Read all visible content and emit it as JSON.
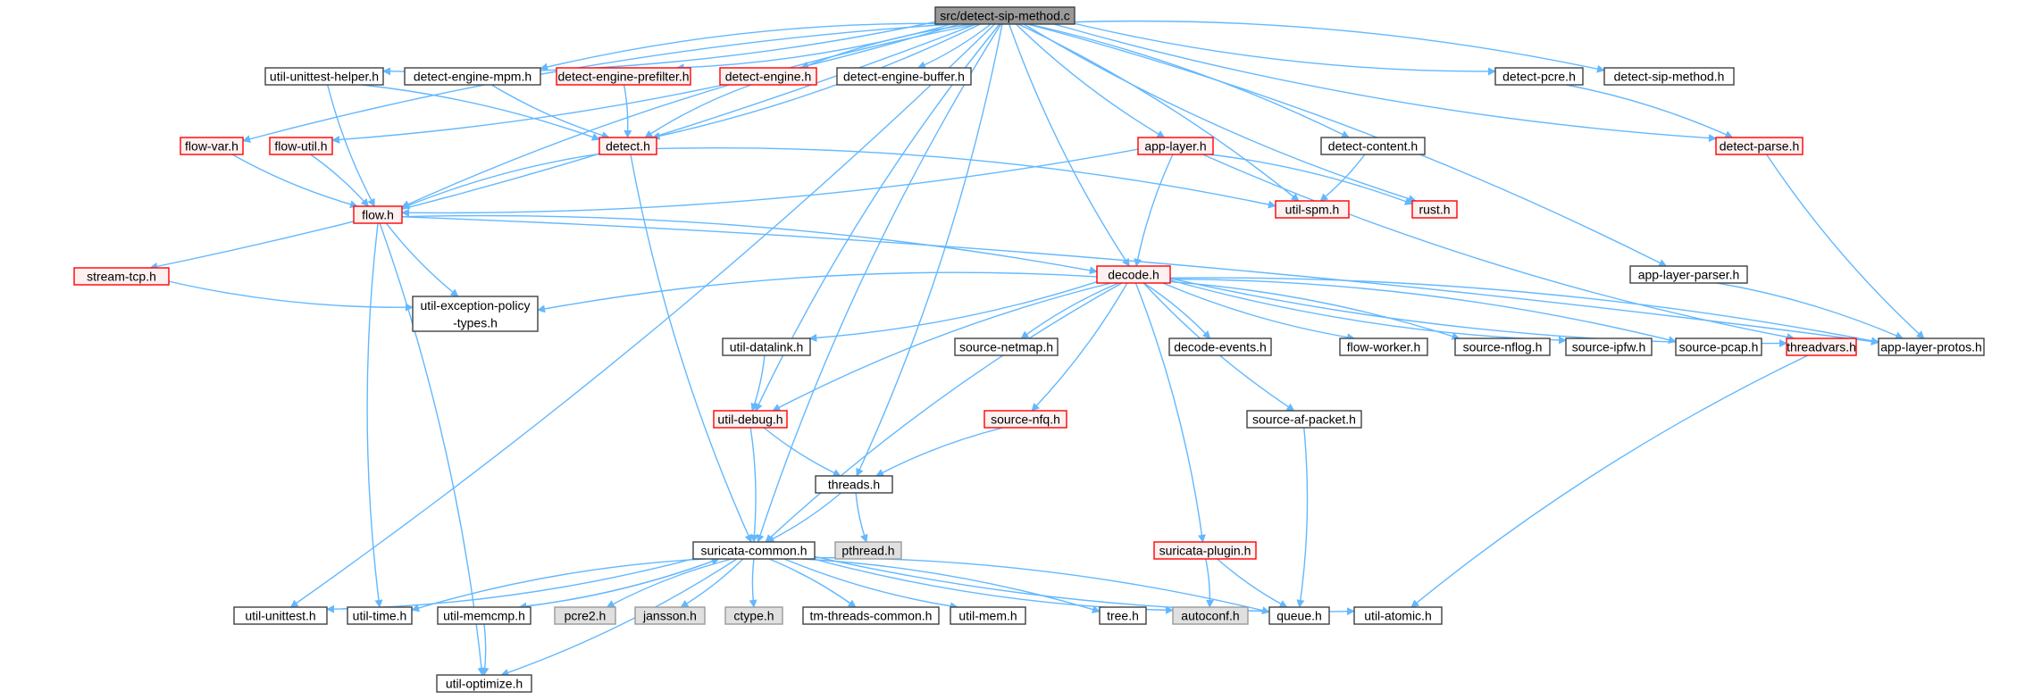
{
  "colors": {
    "edge": "#63b8ff",
    "border_default": "#404040",
    "border_incomplete": "#ff0000",
    "fill_default": "#ffffff",
    "fill_root": "#999999",
    "fill_external": "#e0e0e0",
    "fill_incomplete": "#fff0f0"
  },
  "nodes": [
    {
      "id": "root",
      "label": "src/detect-sip-method.c",
      "kind": "root"
    },
    {
      "id": "uuh",
      "label": "util-unittest-helper.h",
      "kind": "normal"
    },
    {
      "id": "dempm",
      "label": "detect-engine-mpm.h",
      "kind": "normal"
    },
    {
      "id": "depre",
      "label": "detect-engine-prefilter.h",
      "kind": "incomplete"
    },
    {
      "id": "deng",
      "label": "detect-engine.h",
      "kind": "incomplete"
    },
    {
      "id": "debuf",
      "label": "detect-engine-buffer.h",
      "kind": "normal"
    },
    {
      "id": "dpcre",
      "label": "detect-pcre.h",
      "kind": "normal"
    },
    {
      "id": "dsiph",
      "label": "detect-sip-method.h",
      "kind": "normal"
    },
    {
      "id": "flowvar",
      "label": "flow-var.h",
      "kind": "incomplete"
    },
    {
      "id": "flowutil",
      "label": "flow-util.h",
      "kind": "incomplete"
    },
    {
      "id": "detect",
      "label": "detect.h",
      "kind": "incomplete"
    },
    {
      "id": "applayer",
      "label": "app-layer.h",
      "kind": "incomplete"
    },
    {
      "id": "dcontent",
      "label": "detect-content.h",
      "kind": "normal"
    },
    {
      "id": "dparse",
      "label": "detect-parse.h",
      "kind": "incomplete"
    },
    {
      "id": "flow",
      "label": "flow.h",
      "kind": "incomplete"
    },
    {
      "id": "utilspm",
      "label": "util-spm.h",
      "kind": "incomplete"
    },
    {
      "id": "rust",
      "label": "rust.h",
      "kind": "incomplete"
    },
    {
      "id": "streamtcp",
      "label": "stream-tcp.h",
      "kind": "incomplete"
    },
    {
      "id": "decode",
      "label": "decode.h",
      "kind": "incomplete"
    },
    {
      "id": "alparser",
      "label": "app-layer-parser.h",
      "kind": "normal"
    },
    {
      "id": "uexc",
      "label": "util-exception-policy\n-types.h",
      "kind": "normal"
    },
    {
      "id": "udatalink",
      "label": "util-datalink.h",
      "kind": "normal"
    },
    {
      "id": "snetmap",
      "label": "source-netmap.h",
      "kind": "normal"
    },
    {
      "id": "devents",
      "label": "decode-events.h",
      "kind": "normal"
    },
    {
      "id": "fworker",
      "label": "flow-worker.h",
      "kind": "normal"
    },
    {
      "id": "snflog",
      "label": "source-nflog.h",
      "kind": "normal"
    },
    {
      "id": "sipfw",
      "label": "source-ipfw.h",
      "kind": "normal"
    },
    {
      "id": "spcap",
      "label": "source-pcap.h",
      "kind": "normal"
    },
    {
      "id": "threadvars",
      "label": "threadvars.h",
      "kind": "incomplete"
    },
    {
      "id": "alprotos",
      "label": "app-layer-protos.h",
      "kind": "normal"
    },
    {
      "id": "udebug",
      "label": "util-debug.h",
      "kind": "incomplete"
    },
    {
      "id": "snfq",
      "label": "source-nfq.h",
      "kind": "incomplete"
    },
    {
      "id": "safp",
      "label": "source-af-packet.h",
      "kind": "normal"
    },
    {
      "id": "threads",
      "label": "threads.h",
      "kind": "normal"
    },
    {
      "id": "sc",
      "label": "suricata-common.h",
      "kind": "normal"
    },
    {
      "id": "pthread",
      "label": "pthread.h",
      "kind": "external"
    },
    {
      "id": "splugin",
      "label": "suricata-plugin.h",
      "kind": "incomplete"
    },
    {
      "id": "uunittest",
      "label": "util-unittest.h",
      "kind": "normal"
    },
    {
      "id": "utime",
      "label": "util-time.h",
      "kind": "normal"
    },
    {
      "id": "umemcmp",
      "label": "util-memcmp.h",
      "kind": "normal"
    },
    {
      "id": "pcre2",
      "label": "pcre2.h",
      "kind": "external"
    },
    {
      "id": "jansson",
      "label": "jansson.h",
      "kind": "external"
    },
    {
      "id": "ctype",
      "label": "ctype.h",
      "kind": "external"
    },
    {
      "id": "tmthreads",
      "label": "tm-threads-common.h",
      "kind": "normal"
    },
    {
      "id": "umem",
      "label": "util-mem.h",
      "kind": "normal"
    },
    {
      "id": "tree",
      "label": "tree.h",
      "kind": "normal"
    },
    {
      "id": "autoconf",
      "label": "autoconf.h",
      "kind": "external"
    },
    {
      "id": "queue",
      "label": "queue.h",
      "kind": "normal"
    },
    {
      "id": "uatomic",
      "label": "util-atomic.h",
      "kind": "normal"
    },
    {
      "id": "uoptimize",
      "label": "util-optimize.h",
      "kind": "normal"
    }
  ],
  "edges": [
    [
      "root",
      "uuh"
    ],
    [
      "root",
      "dempm"
    ],
    [
      "root",
      "depre"
    ],
    [
      "root",
      "deng"
    ],
    [
      "root",
      "debuf"
    ],
    [
      "root",
      "dpcre"
    ],
    [
      "root",
      "dsiph"
    ],
    [
      "root",
      "flowvar"
    ],
    [
      "root",
      "flowutil"
    ],
    [
      "root",
      "flow"
    ],
    [
      "root",
      "detect"
    ],
    [
      "root",
      "applayer"
    ],
    [
      "root",
      "dcontent"
    ],
    [
      "root",
      "dparse"
    ],
    [
      "root",
      "utilspm"
    ],
    [
      "root",
      "rust"
    ],
    [
      "root",
      "streamtcp"
    ],
    [
      "root",
      "decode"
    ],
    [
      "root",
      "alparser"
    ],
    [
      "root",
      "udebug"
    ],
    [
      "root",
      "threads"
    ],
    [
      "root",
      "sc"
    ],
    [
      "root",
      "uunittest"
    ],
    [
      "uuh",
      "flow"
    ],
    [
      "uuh",
      "detect"
    ],
    [
      "dempm",
      "detect"
    ],
    [
      "depre",
      "detect"
    ],
    [
      "deng",
      "detect"
    ],
    [
      "dpcre",
      "dparse"
    ],
    [
      "flowvar",
      "flow"
    ],
    [
      "flowutil",
      "flow"
    ],
    [
      "detect",
      "flow"
    ],
    [
      "detect",
      "utilspm"
    ],
    [
      "detect",
      "sc"
    ],
    [
      "applayer",
      "flow"
    ],
    [
      "applayer",
      "decode"
    ],
    [
      "applayer",
      "rust"
    ],
    [
      "applayer",
      "threadvars"
    ],
    [
      "dcontent",
      "utilspm"
    ],
    [
      "dparse",
      "alprotos"
    ],
    [
      "flow",
      "decode"
    ],
    [
      "flow",
      "uexc"
    ],
    [
      "flow",
      "alprotos"
    ],
    [
      "flow",
      "utime"
    ],
    [
      "flow",
      "uoptimize"
    ],
    [
      "streamtcp",
      "uexc"
    ],
    [
      "alparser",
      "alprotos"
    ],
    [
      "decode",
      "uexc"
    ],
    [
      "decode",
      "udatalink"
    ],
    [
      "decode",
      "snetmap"
    ],
    [
      "decode",
      "devents"
    ],
    [
      "decode",
      "fworker"
    ],
    [
      "decode",
      "snflog"
    ],
    [
      "decode",
      "sipfw"
    ],
    [
      "decode",
      "spcap"
    ],
    [
      "decode",
      "threadvars"
    ],
    [
      "decode",
      "alprotos"
    ],
    [
      "decode",
      "udebug"
    ],
    [
      "decode",
      "snfq"
    ],
    [
      "decode",
      "safp"
    ],
    [
      "decode",
      "splugin"
    ],
    [
      "decode",
      "sc"
    ],
    [
      "udatalink",
      "udebug"
    ],
    [
      "udebug",
      "threads"
    ],
    [
      "udebug",
      "sc"
    ],
    [
      "snfq",
      "threads"
    ],
    [
      "safp",
      "queue"
    ],
    [
      "threadvars",
      "uatomic"
    ],
    [
      "threads",
      "sc"
    ],
    [
      "threads",
      "pthread"
    ],
    [
      "splugin",
      "autoconf"
    ],
    [
      "splugin",
      "queue"
    ],
    [
      "sc",
      "uunittest"
    ],
    [
      "sc",
      "utime"
    ],
    [
      "sc",
      "umemcmp"
    ],
    [
      "sc",
      "pcre2"
    ],
    [
      "sc",
      "jansson"
    ],
    [
      "sc",
      "ctype"
    ],
    [
      "sc",
      "tmthreads"
    ],
    [
      "sc",
      "umem"
    ],
    [
      "sc",
      "tree"
    ],
    [
      "sc",
      "autoconf"
    ],
    [
      "sc",
      "queue"
    ],
    [
      "sc",
      "uatomic"
    ],
    [
      "sc",
      "uoptimize"
    ],
    [
      "umemcmp",
      "sc"
    ],
    [
      "umemcmp",
      "uoptimize"
    ]
  ]
}
